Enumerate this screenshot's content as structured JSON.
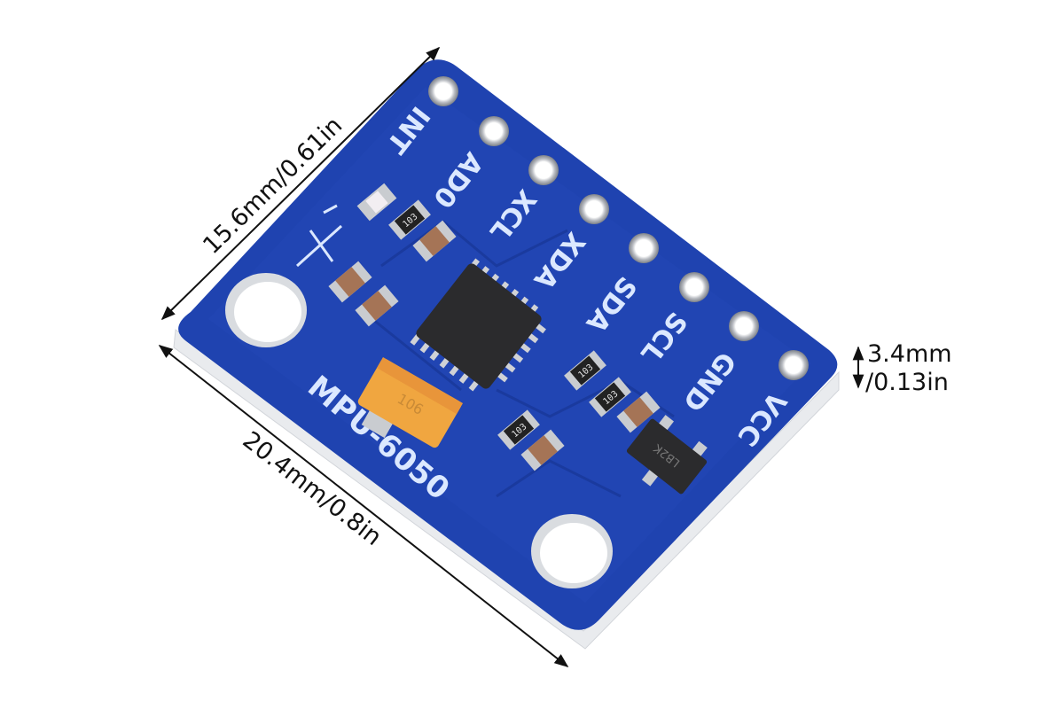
{
  "dimensions": {
    "width_label": "15.6mm/0.61in",
    "length_label": "20.4mm/0.8in",
    "thickness_line1": "3.4mm",
    "thickness_line2": "/0.13in"
  },
  "board": {
    "model": "MPU-6050",
    "pins": [
      "INT",
      "AD0",
      "XCL",
      "XDA",
      "SDA",
      "SCL",
      "GND",
      "VCC"
    ],
    "resistor_code": "103",
    "capacitor_code": "106",
    "regulator_code": "LB2K",
    "colors": {
      "pcb": "#1f43b0",
      "pcb_edge": "#eef0f2",
      "chip": "#2b2b2d",
      "tantalum": "#f0a640",
      "silkscreen": "#dbe8ff"
    }
  }
}
